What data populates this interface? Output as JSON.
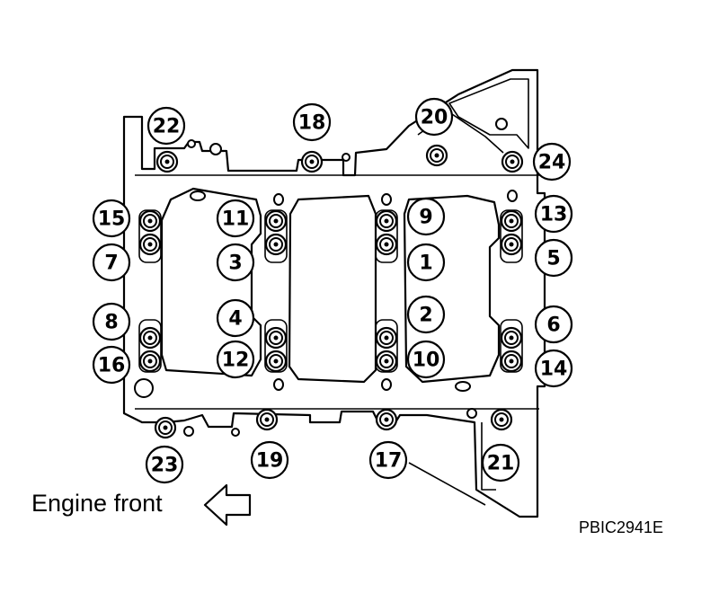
{
  "labels": {
    "engine_front": "Engine front",
    "reference_code": "PBIC2941E"
  },
  "bolt_sequence": [
    "1",
    "2",
    "3",
    "4",
    "5",
    "6",
    "7",
    "8",
    "9",
    "10",
    "11",
    "12",
    "13",
    "14",
    "15",
    "16",
    "17",
    "18",
    "19",
    "20",
    "21",
    "22",
    "23",
    "24"
  ],
  "icons": {
    "front_arrow": "left-arrow-outline-icon"
  }
}
